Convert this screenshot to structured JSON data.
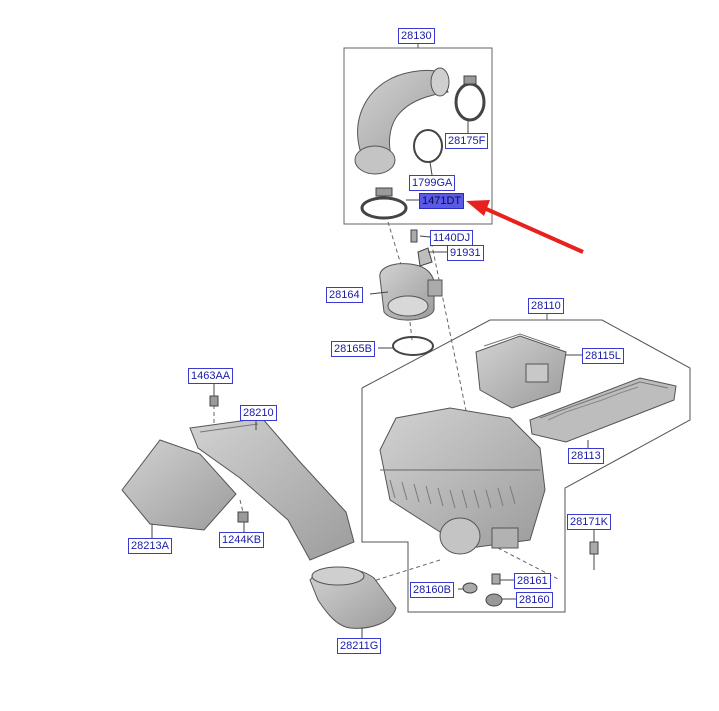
{
  "labels": {
    "l28130": "28130",
    "l28175f": "28175F",
    "l1799ga": "1799GA",
    "l1471dt": "1471DT",
    "l1140dj": "1140DJ",
    "l91931": "91931",
    "l28164": "28164",
    "l28110": "28110",
    "l28165b": "28165B",
    "l28115l": "28115L",
    "l1463aa": "1463AA",
    "l28210": "28210",
    "l28113": "28113",
    "l28213a": "28213A",
    "l1244kb": "1244KB",
    "l28171k": "28171K",
    "l28161": "28161",
    "l28160b": "28160B",
    "l28160": "28160",
    "l28211g": "28211G"
  },
  "highlight": {
    "selected_part": "1471DT",
    "arrow_color": "#e8211f",
    "selected_fill": "#5a5ae6"
  },
  "colors": {
    "label_text": "#1b1ba8",
    "label_border": "#3a3ad0",
    "part_fill": "#b9b9b9",
    "part_stroke": "#555555",
    "guide_line": "#555555"
  }
}
